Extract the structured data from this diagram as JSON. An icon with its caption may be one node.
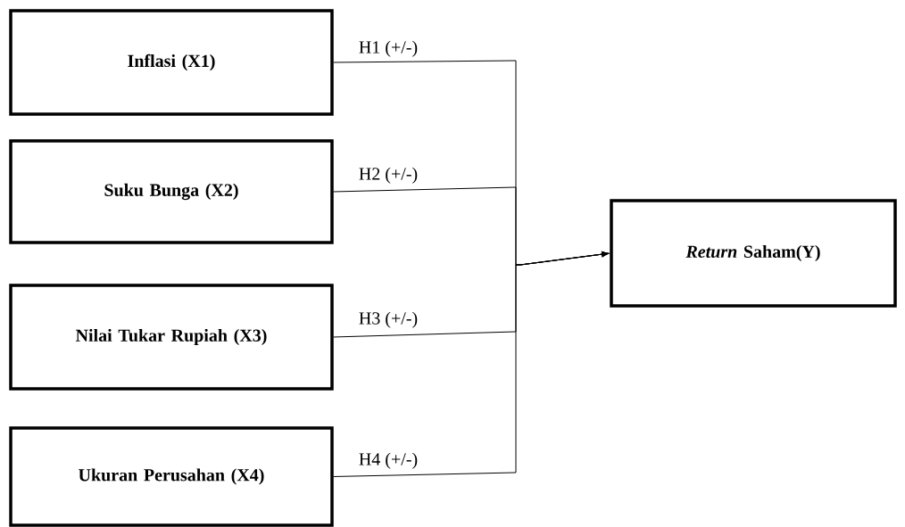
{
  "diagram": {
    "nodes": [
      {
        "text": [
          "Inflasi (X1)"
        ]
      },
      {
        "text": [
          "Suku Bunga (X2)"
        ]
      },
      {
        "text": [
          "Nilai Tukar Rupiah (X3)"
        ]
      },
      {
        "text": [
          "Ukuran Perusahan (X4)"
        ]
      },
      {
        "text": [
          "*Return* Saham(Y)"
        ]
      }
    ],
    "edges": [
      {
        "from": 0,
        "to": 4,
        "arrow": "to",
        "label": "H1 (+/-)"
      },
      {
        "from": 1,
        "to": 4,
        "arrow": "to",
        "label": "H2 (+/-)"
      },
      {
        "from": 2,
        "to": 4,
        "arrow": "to",
        "label": "H3 (+/-)"
      },
      {
        "from": 3,
        "to": 4,
        "arrow": "to",
        "label": "H4 (+/-)"
      }
    ]
  }
}
